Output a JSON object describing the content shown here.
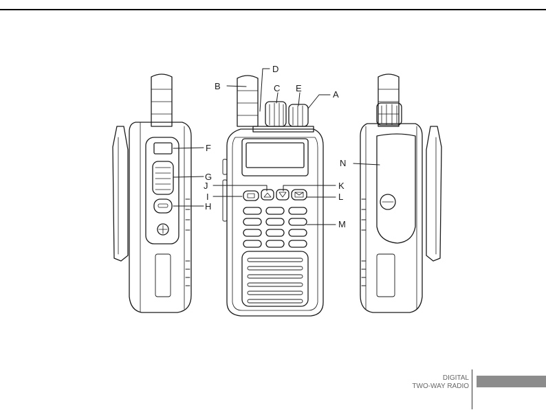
{
  "callouts": {
    "A": "A",
    "B": "B",
    "C": "C",
    "D": "D",
    "E": "E",
    "F": "F",
    "G": "G",
    "H": "H",
    "I": "I",
    "J": "J",
    "K": "K",
    "L": "L",
    "M": "M",
    "N": "N"
  },
  "footer": {
    "line1": "DIGITAL",
    "line2": "TWO-WAY RADIO"
  },
  "colors": {
    "ink": "#1a1a1a",
    "footer_bar": "#8c8c8c",
    "footer_text": "#666666"
  }
}
